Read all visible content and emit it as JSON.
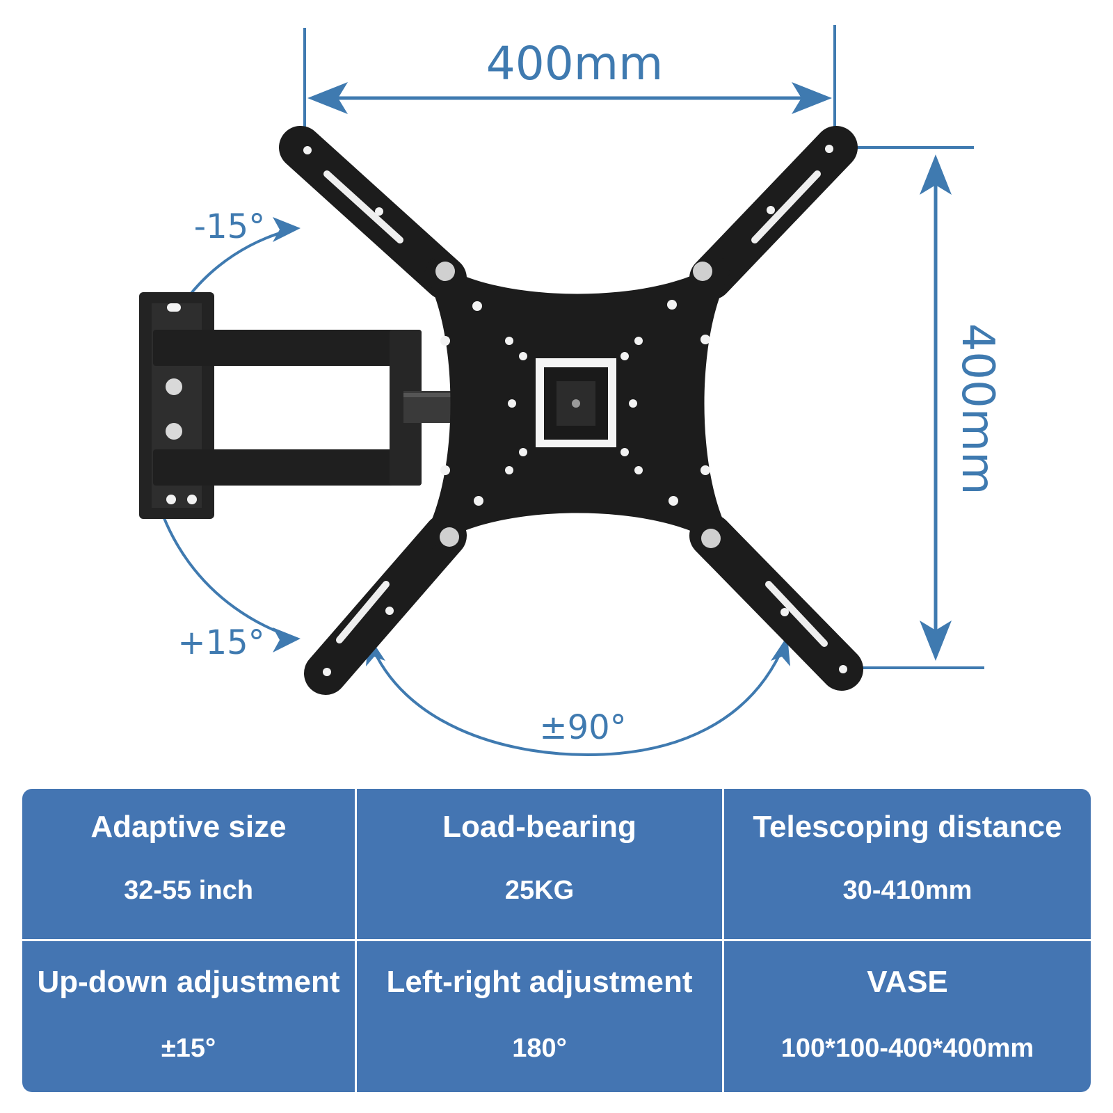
{
  "dimensions": {
    "width_label": "400mm",
    "height_label": "400mm",
    "tilt_up_label": "-15°",
    "tilt_down_label": "+15°",
    "swivel_label": "±90°",
    "line_color": "#3f7ab0"
  },
  "specs": {
    "background_color": "#4475b2",
    "rows": [
      [
        {
          "label": "Adaptive size",
          "value": "32-55 inch"
        },
        {
          "label": "Load-bearing",
          "value": "25KG"
        },
        {
          "label": "Telescoping distance",
          "value": "30-410mm"
        }
      ],
      [
        {
          "label": "Up-down adjustment",
          "value": "±15°"
        },
        {
          "label": "Left-right adjustment",
          "value": "180°"
        },
        {
          "label": "VASE",
          "value": "100*100-400*400mm"
        }
      ]
    ]
  }
}
